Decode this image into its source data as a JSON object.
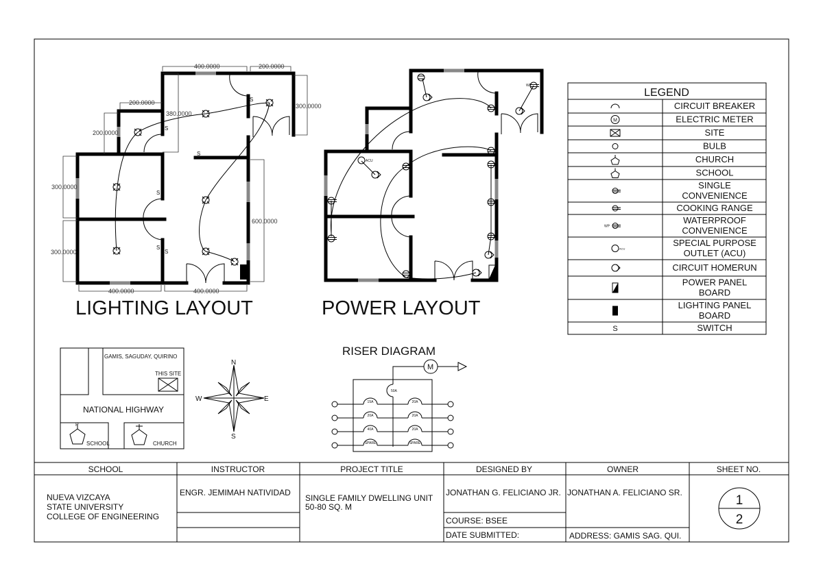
{
  "lighting": {
    "title": "LIGHTING LAYOUT",
    "dimensions": [
      "400.0000",
      "200.0000",
      "200.0000",
      "380.0000",
      "200.0000",
      "300.0000",
      "300.0000",
      "600.0000",
      "300.0000",
      "400.0000",
      "400.0000"
    ],
    "switch_label": "S"
  },
  "power": {
    "title": "POWER LAYOUT",
    "labels": {
      "acu": "ACU",
      "wp": "WP"
    }
  },
  "legend": {
    "title": "LEGEND",
    "items": [
      {
        "icon": "circuit-breaker",
        "label": "CIRCUIT BREAKER"
      },
      {
        "icon": "electric-meter",
        "label": "ELECTRIC METER",
        "symbol": "M"
      },
      {
        "icon": "site",
        "label": "SITE"
      },
      {
        "icon": "bulb",
        "label": "BULB"
      },
      {
        "icon": "church",
        "label": "CHURCH"
      },
      {
        "icon": "school",
        "label": "SCHOOL"
      },
      {
        "icon": "single-convenience",
        "label": "SINGLE CONVENIENCE",
        "lines": [
          "SINGLE",
          "CONVENIENCE"
        ]
      },
      {
        "icon": "cooking-range",
        "label": "COOKING RANGE"
      },
      {
        "icon": "waterproof-convenience",
        "label": "WATERPROOF CONVENIENCE",
        "lines": [
          "WATERPROOF",
          "CONVENIENCE"
        ],
        "symbol": "WP"
      },
      {
        "icon": "special-purpose-outlet",
        "label": "SPECIAL PURPOSE OUTLET (ACU)",
        "lines": [
          "SPECIAL PURPOSE",
          "OUTLET (ACU)"
        ],
        "symbol": "ACU"
      },
      {
        "icon": "circuit-homerun",
        "label": "CIRCUIT HOMERUN"
      },
      {
        "icon": "power-panel-board",
        "label": "POWER PANEL BOARD",
        "lines": [
          "POWER PANEL",
          "BOARD"
        ]
      },
      {
        "icon": "lighting-panel-board",
        "label": "LIGHTING PANEL BOARD",
        "lines": [
          "LIGHTING PANEL",
          "BOARD"
        ]
      },
      {
        "icon": "switch",
        "label": "SWITCH",
        "symbol": "S"
      }
    ]
  },
  "site_map": {
    "location": "GAMIS, SAGUDAY, QUIRINO",
    "this_site": "THIS SITE",
    "highway": "NATIONAL HIGHWAY",
    "school": "SCHOOL",
    "church": "CHURCH"
  },
  "compass": {
    "n": "N",
    "s": "S",
    "e": "E",
    "w": "W"
  },
  "riser": {
    "title": "RISER DIAGRAM",
    "meter": "M",
    "main_breaker": "50A",
    "left_breakers": [
      "15A",
      "20A",
      "40A",
      "SPARE"
    ],
    "right_breakers": [
      "20A",
      "20A",
      "20A",
      "SPARE"
    ]
  },
  "title_block": {
    "headers": {
      "school": "SCHOOL",
      "instructor": "INSTRUCTOR",
      "project_title": "PROJECT TITLE",
      "designed_by": "DESIGNED BY",
      "owner": "OWNER",
      "sheet_no": "SHEET NO."
    },
    "school_lines": [
      "NUEVA VIZCAYA",
      "STATE UNIVERSITY",
      "COLLEGE OF ENGINEERING"
    ],
    "instructor": "ENGR. JEMIMAH NATIVIDAD",
    "project_lines": [
      "SINGLE FAMILY DWELLING UNIT",
      "50-80 SQ. M"
    ],
    "designed_by": "JONATHAN G. FELICIANO JR.",
    "course": "COURSE: BSEE",
    "date_submitted": "DATE SUBMITTED:",
    "owner": "JONATHAN A. FELICIANO SR.",
    "address": "ADDRESS: GAMIS SAG. QUI.",
    "sheet": "1",
    "total_sheets": "2"
  }
}
